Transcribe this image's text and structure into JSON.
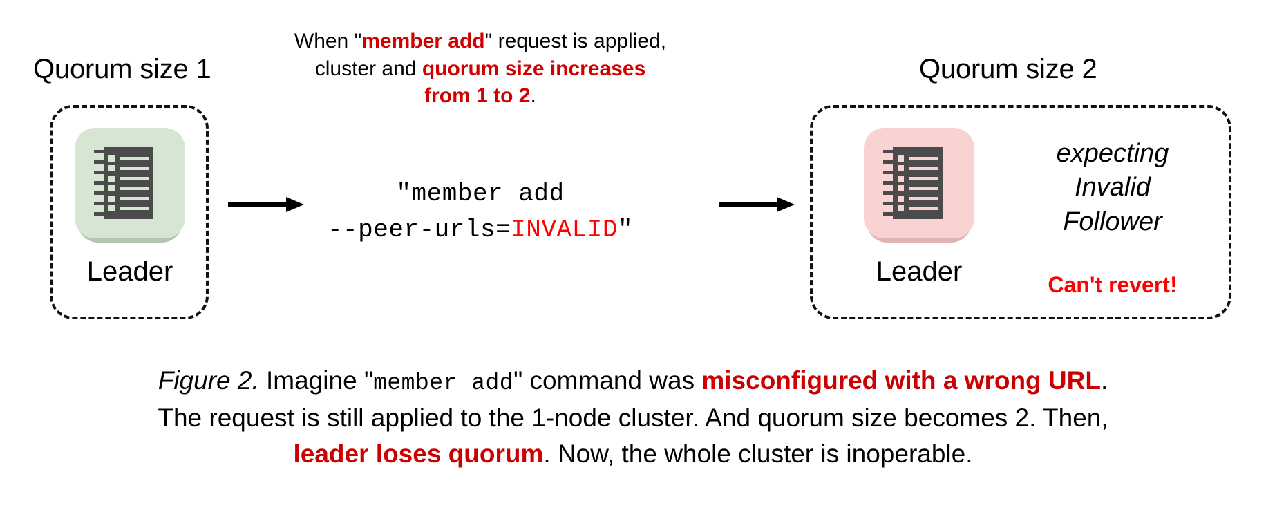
{
  "figure": {
    "background_color": "#ffffff",
    "accent_red_dark": "#cc0000",
    "accent_red_bright": "#ff0000",
    "node_green": "#d6e6d2",
    "node_pink": "#f9d2d2",
    "node_body": "#4b4b4b"
  },
  "left_cluster": {
    "title": "Quorum size 1",
    "node_label": "Leader",
    "node_icon": "server-notebook-icon",
    "node_state_color": "#d6e6d2"
  },
  "right_cluster": {
    "title": "Quorum size 2",
    "node_label": "Leader",
    "node_icon": "server-notebook-icon",
    "node_state_color": "#f9d2d2",
    "note_line1": "expecting",
    "note_line2": "Invalid",
    "note_line3": "Follower",
    "alert": "Can't revert!"
  },
  "annotation": {
    "line1_a": "When \"",
    "line1_b": "member add",
    "line1_c": "\" request is applied,",
    "line2_a": "cluster and ",
    "line2_b": "quorum size increases",
    "line3_b": "from 1 to 2",
    "line3_c": "."
  },
  "command": {
    "line1": "\"member add",
    "line2_a": "--peer-urls=",
    "line2_b": "INVALID",
    "line2_c": "\""
  },
  "arrows": {
    "left_arrow_icon": "right-arrow-icon",
    "right_arrow_icon": "right-arrow-icon"
  },
  "caption": {
    "fig_number": "Figure 2.",
    "l1_a": " Imagine \"",
    "l1_code": "member add",
    "l1_b": "\" command was ",
    "l1_red": "misconfigured with a wrong URL",
    "l1_c": ".",
    "l2": "The request is still applied to the 1-node cluster. And quorum size becomes 2. Then,",
    "l3_red": "leader loses quorum",
    "l3_b": ". Now, the whole cluster is inoperable."
  }
}
